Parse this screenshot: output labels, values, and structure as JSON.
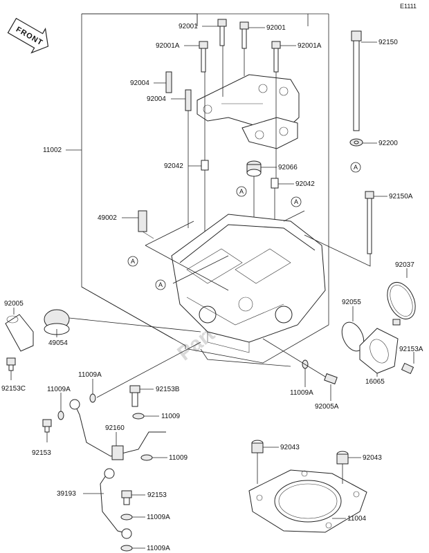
{
  "diagram_code": "E1111",
  "front_label": "FRONT",
  "watermark": "PartsRepublik",
  "ref_marker": "A",
  "labels": {
    "p92001_top": "92001",
    "p92001_right": "92001",
    "p92001A_left": "92001A",
    "p92001A_right": "92001A",
    "p92004_a": "92004",
    "p92004_b": "92004",
    "p11002": "11002",
    "p92042_left": "92042",
    "p92066": "92066",
    "p92042_right": "92042",
    "p49002": "49002",
    "p92150": "92150",
    "p92200": "92200",
    "p92150A": "92150A",
    "p92037": "92037",
    "p92055": "92055",
    "p92153A": "92153A",
    "p16065": "16065",
    "p11009A_mid": "11009A",
    "p92005A": "92005A",
    "p92005": "92005",
    "p49054": "49054",
    "p92153C": "92153C",
    "p11009A_top": "11009A",
    "p11009A_left": "11009A",
    "p92153B": "92153B",
    "p11009_a": "11009",
    "p92153": "92153",
    "p92160": "92160",
    "p11009_b": "11009",
    "p39193": "39193",
    "p92153_low": "92153",
    "p11009A_low1": "11009A",
    "p11009A_low2": "11009A",
    "p92043_left": "92043",
    "p92043_right": "92043",
    "p11004": "11004"
  }
}
